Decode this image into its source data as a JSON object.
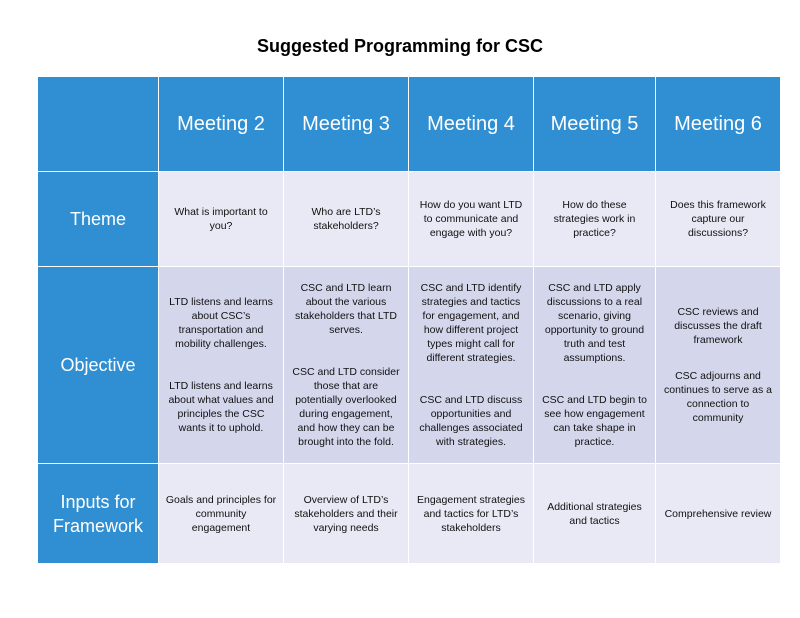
{
  "title": "Suggested Programming for CSC",
  "headers": [
    "Meeting 2",
    "Meeting 3",
    "Meeting 4",
    "Meeting 5",
    "Meeting 6"
  ],
  "rows": [
    {
      "label": "Theme",
      "cells": [
        [
          "What is important to you?"
        ],
        [
          "Who are LTD’s stakeholders?"
        ],
        [
          "How do you want LTD to communicate and engage with you?"
        ],
        [
          "How do these strategies work in practice?"
        ],
        [
          "Does this framework capture our discussions?"
        ]
      ]
    },
    {
      "label": "Objective",
      "cells": [
        [
          "LTD listens and learns about CSC’s transportation and mobility challenges.",
          "LTD listens and learns about what values and principles the CSC wants it to uphold."
        ],
        [
          "CSC and LTD learn about the various stakeholders that LTD serves.",
          "CSC and LTD consider those that are potentially overlooked during engagement, and how they can be brought into the fold."
        ],
        [
          "CSC and LTD identify strategies and tactics for engagement, and how different project types might call for different strategies.",
          "CSC and LTD discuss opportunities and challenges associated with strategies."
        ],
        [
          "CSC and LTD apply discussions to a real scenario, giving opportunity to ground truth and test assumptions.",
          "CSC and LTD begin to see how engagement can take shape in practice."
        ],
        [
          "CSC reviews and discusses the draft framework",
          "CSC adjourns and continues to serve as a connection to community"
        ]
      ]
    },
    {
      "label": "Inputs for Framework",
      "cells": [
        [
          "Goals and principles for community engagement"
        ],
        [
          "Overview of LTD’s stakeholders and their varying needs"
        ],
        [
          "Engagement strategies and tactics for LTD’s stakeholders"
        ],
        [
          "Additional strategies and tactics"
        ],
        [
          "Comprehensive review"
        ]
      ]
    }
  ]
}
